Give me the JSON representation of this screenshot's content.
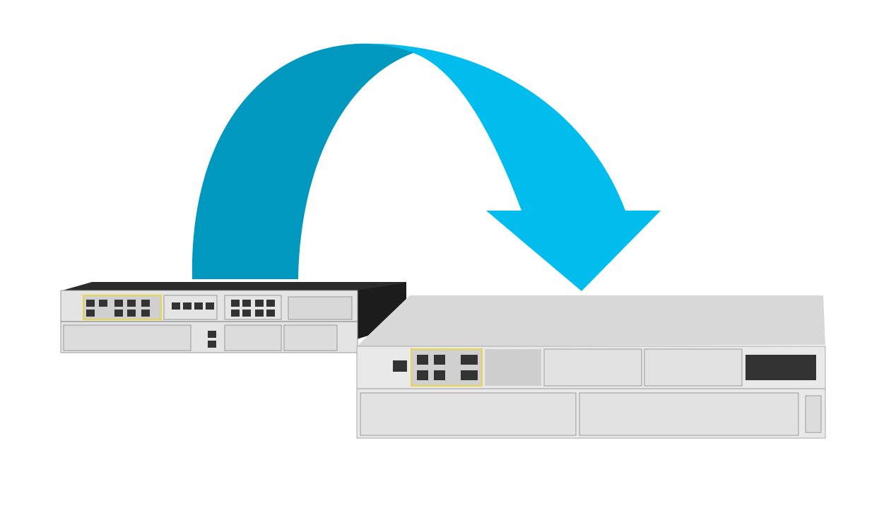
{
  "colors": {
    "background": "#ffffff",
    "arrow_dark": "#0098be",
    "arrow_light": "#00bdee",
    "old_router_top": "#2b2b2b",
    "old_router_front": "#e6e6e6",
    "new_router_top": "#d9d9d9",
    "new_router_front": "#e9e9e9",
    "port_accent": "#e8d64a"
  },
  "icons": {
    "arrow": "curved-migration-arrow",
    "source_device": "router-old",
    "target_device": "router-new"
  }
}
